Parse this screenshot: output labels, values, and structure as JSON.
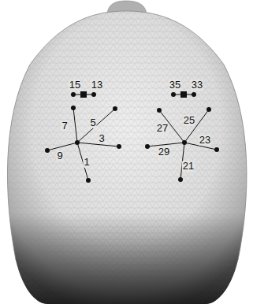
{
  "diagram": {
    "labels": [
      "15",
      "13",
      "7",
      "5",
      "9",
      "3",
      "1",
      "35",
      "33",
      "27",
      "25",
      "29",
      "23",
      "21"
    ]
  }
}
